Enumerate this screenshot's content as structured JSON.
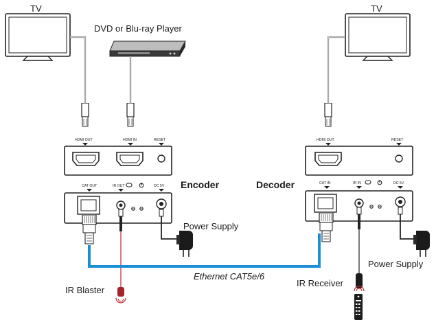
{
  "labels": {
    "tv_left": "TV",
    "tv_right": "TV",
    "dvd_player": "DVD or Blu-ray Player",
    "encoder": "Encoder",
    "decoder": "Decoder",
    "power_supply_left": "Power Supply",
    "power_supply_right": "Power Supply",
    "ethernet": "Ethernet CAT5e/6",
    "ir_blaster": "IR Blaster",
    "ir_receiver": "IR Receiver"
  },
  "ports": {
    "hdmi_out": "HDMI OUT",
    "hdmi_in": "HDMI IN",
    "reset": "RESET",
    "cat_out": "CAT OUT",
    "cat_in": "CAT IN",
    "ir_out": "IR OUT",
    "ir_in": "IR IN",
    "dc_5v": "DC 5V"
  },
  "colors": {
    "ethernet_cable": "#1a8fd6",
    "ir_blaster_body": "#a3222c",
    "ir_blaster_signal": "#c0262f",
    "outline": "#222222"
  }
}
